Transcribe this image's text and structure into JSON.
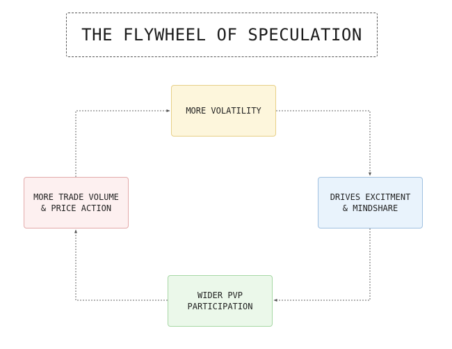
{
  "title": "THE FLYWHEEL OF SPECULATION",
  "nodes": {
    "top": {
      "lines": [
        "MORE VOLATILITY"
      ],
      "fill": "#fdf6dc",
      "border": "#e7cf86"
    },
    "right": {
      "lines": [
        "DRIVES EXCITMENT",
        "& MINDSHARE"
      ],
      "fill": "#e9f3fc",
      "border": "#9fc0e0"
    },
    "bottom": {
      "lines": [
        "WIDER PVP",
        "PARTICIPATION"
      ],
      "fill": "#ebf8ea",
      "border": "#a6d7a4"
    },
    "left": {
      "lines": [
        "MORE TRADE VOLUME",
        "& PRICE ACTION"
      ],
      "fill": "#fdf0f0",
      "border": "#e3a9a9"
    }
  },
  "colors": {
    "connector": "#666666",
    "title_border": "#555555"
  }
}
